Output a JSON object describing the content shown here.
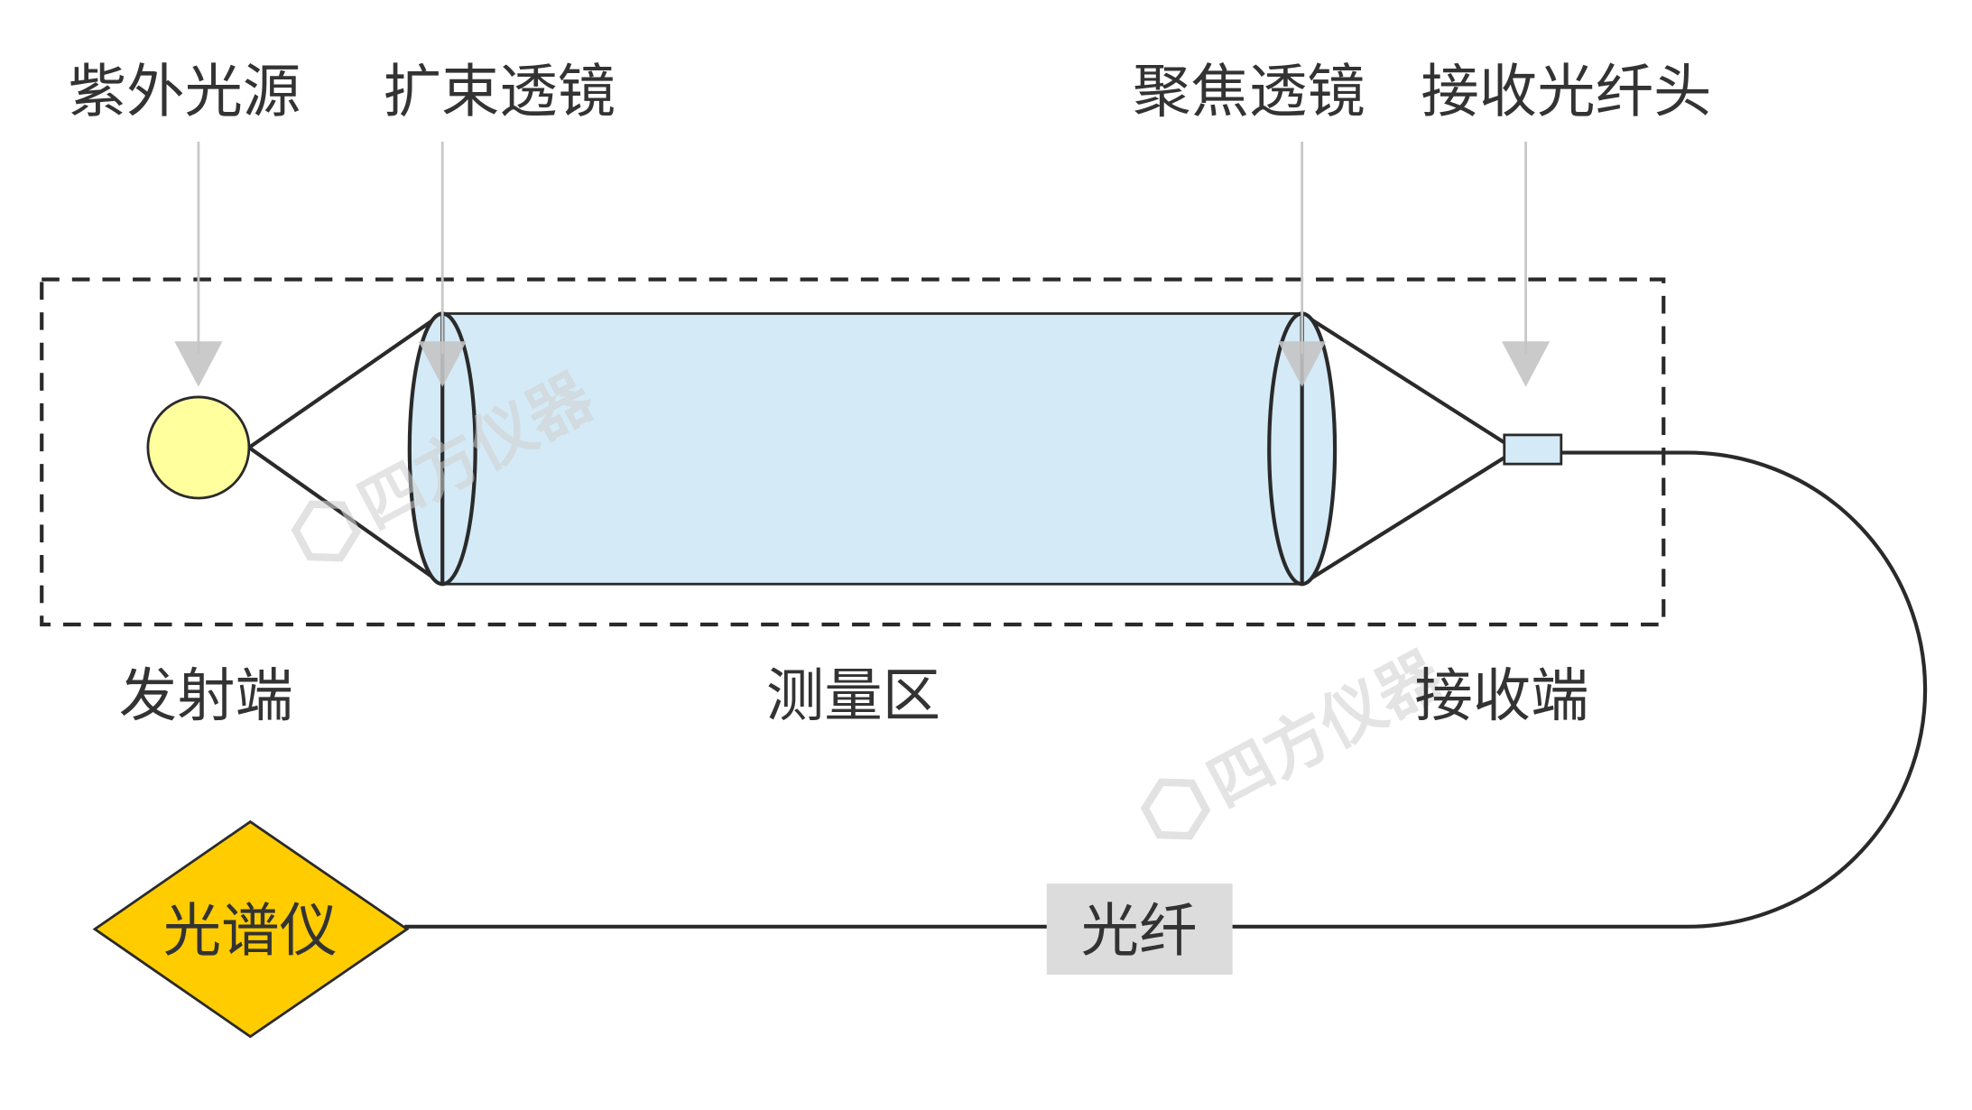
{
  "labels": {
    "uv_source": "紫外光源",
    "beam_expander_lens": "扩束透镜",
    "focusing_lens": "聚焦透镜",
    "receiving_fiber_head": "接收光纤头"
  },
  "zones": {
    "transmitter": "发射端",
    "measurement": "测量区",
    "receiver": "接收端"
  },
  "spectrometer": "光谱仪",
  "fiber": "光纤",
  "watermark": "四方仪器",
  "colors": {
    "uv_source": "#ffff9e",
    "beam": "#d4eaf7",
    "spectrometer": "#ffcc00",
    "fiber_label_bg": "#dcdcdc"
  }
}
